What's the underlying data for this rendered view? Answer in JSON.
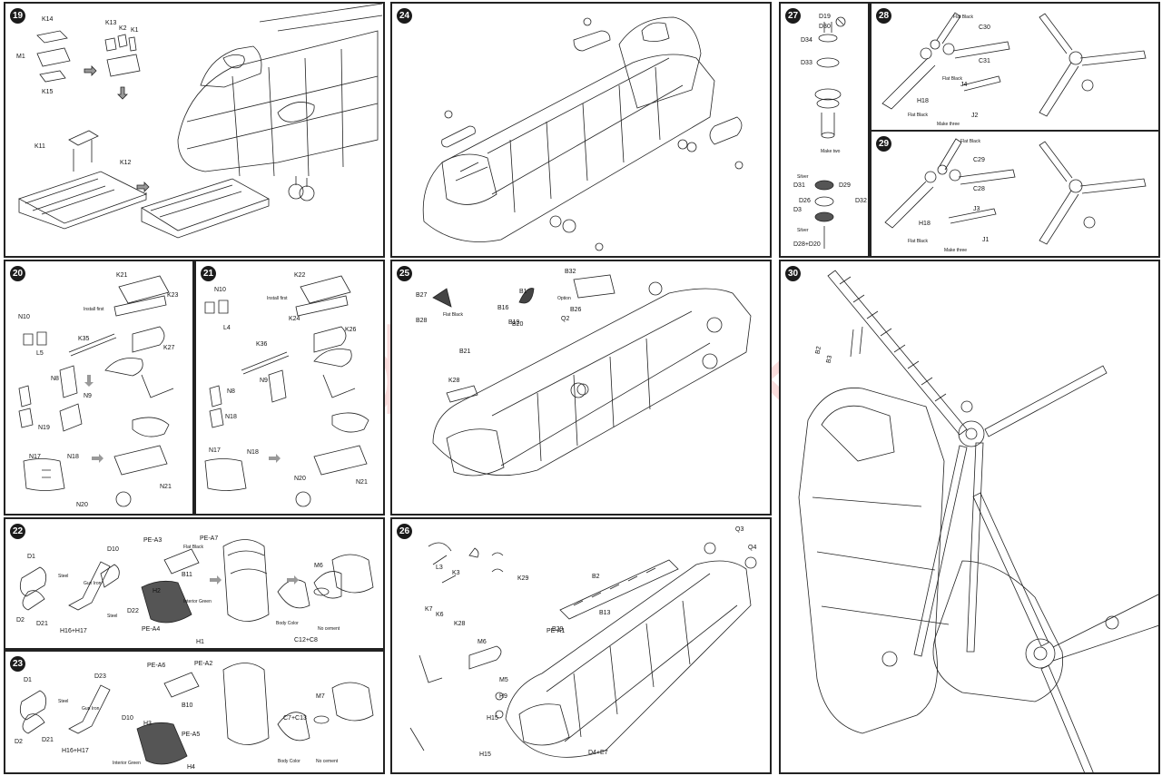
{
  "panels": {
    "p19": {
      "step": "19",
      "labels": [
        "K14",
        "M1",
        "K15",
        "K13",
        "K2",
        "K1",
        "K11",
        "K12"
      ]
    },
    "p20": {
      "step": "20",
      "labels": [
        "K21",
        "K23",
        "N10",
        "L5",
        "K35",
        "N9",
        "K27",
        "N8",
        "N19",
        "N17",
        "N18",
        "N20",
        "N21"
      ],
      "note_icon": "Install first"
    },
    "p21": {
      "step": "21",
      "labels": [
        "N10",
        "L4",
        "K36",
        "N8",
        "N9",
        "N18",
        "N17",
        "N18",
        "N20",
        "N21",
        "K22",
        "K24",
        "K26"
      ],
      "note_icon": "Install first"
    },
    "p22": {
      "step": "22",
      "labels": [
        "D1",
        "D2",
        "D21",
        "H16+H17",
        "D10",
        "PE-A3",
        "PE-A7",
        "B11",
        "H2",
        "PE-A4",
        "H1",
        "D22",
        "M6",
        "C12+C8"
      ],
      "notes": [
        "Steel",
        "Gun Iron",
        "Steel",
        "Interior Green",
        "Flat Black",
        "Body Color",
        "No cement"
      ]
    },
    "p23": {
      "step": "23",
      "labels": [
        "D1",
        "D2",
        "D21",
        "H16+H17",
        "D23",
        "PE-A6",
        "PE-A2",
        "D10",
        "B10",
        "H3",
        "PE-A5",
        "H4",
        "M7",
        "C7+C13"
      ],
      "notes": [
        "Steel",
        "Gun Iron",
        "Interior Green",
        "Body Color",
        "No cement"
      ]
    },
    "p24": {
      "step": "24",
      "labels": []
    },
    "p25": {
      "step": "25",
      "labels": [
        "B32",
        "B27",
        "B28",
        "B1",
        "B21",
        "B19",
        "B20",
        "Q2",
        "B26",
        "K28",
        "B16"
      ],
      "notes": [
        "Flat Black",
        "Option"
      ]
    },
    "p26": {
      "step": "26",
      "labels": [
        "L3",
        "K3",
        "K29",
        "K7",
        "K6",
        "K28",
        "M6",
        "M5",
        "H9",
        "H15",
        "B2",
        "B13",
        "B29",
        "PE-A1",
        "D4+E7",
        "Q3",
        "Q4",
        "H15"
      ]
    },
    "p27": {
      "step": "27",
      "labels": [
        "D19",
        "D30",
        "D34",
        "D33",
        "D29",
        "D31",
        "D32",
        "D26",
        "D3",
        "D28+D20"
      ],
      "notes": [
        "Make two",
        "Silver",
        "Silver"
      ]
    },
    "p28": {
      "step": "28",
      "labels": [
        "C30",
        "C31",
        "J4",
        "H18",
        "J2"
      ],
      "notes": [
        "Flat Black",
        "Flat Black",
        "Flat Black",
        "Make three"
      ]
    },
    "p29": {
      "step": "29",
      "labels": [
        "C29",
        "C28",
        "J3",
        "H18",
        "J1"
      ],
      "notes": [
        "Flat Black",
        "Flat Black",
        "Make three"
      ]
    },
    "p30": {
      "step": "30",
      "labels": [
        "B2",
        "B3"
      ]
    }
  },
  "watermark": "modelartikl.cz",
  "icon_names": [
    "cement-icon",
    "no-cement-icon",
    "bend-icon",
    "circle-ref-icon"
  ]
}
